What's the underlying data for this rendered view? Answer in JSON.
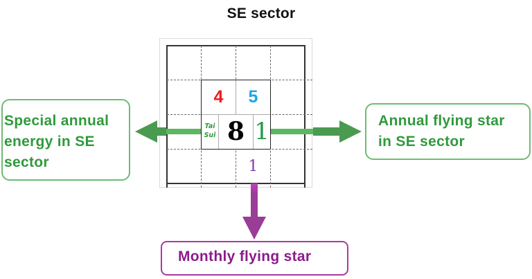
{
  "title": "SE sector",
  "grid": {
    "flying_stars": {
      "top_left": {
        "value": "4",
        "color": "#ee1c1c"
      },
      "top_right": {
        "value": "5",
        "color": "#1ea5e8"
      },
      "center_left": {
        "value": "Tai\nSui",
        "line1": "Tai",
        "line2": "Sui",
        "color": "#2f9a3c"
      },
      "center": {
        "value": "8",
        "color": "#000000"
      },
      "center_right": {
        "value": "1",
        "color": "#239a45"
      },
      "below": {
        "value": "1",
        "color": "#7a3aa8"
      }
    }
  },
  "callouts": {
    "left": {
      "text_lines": [
        "Special annual",
        "energy in SE",
        "sector"
      ],
      "color": "#2f9a3c",
      "border": "#6dbb73"
    },
    "right": {
      "text_lines": [
        "Annual flying star",
        "in SE sector"
      ],
      "color": "#2f9a3c",
      "border": "#6dbb73"
    },
    "bottom": {
      "text": "Monthly flying star",
      "color": "#8b1c8b",
      "border": "#a83aa0"
    }
  },
  "arrows": {
    "left_color": "#4a9a50",
    "right_color": "#4a9a50",
    "down_color": "#9a3d97"
  }
}
